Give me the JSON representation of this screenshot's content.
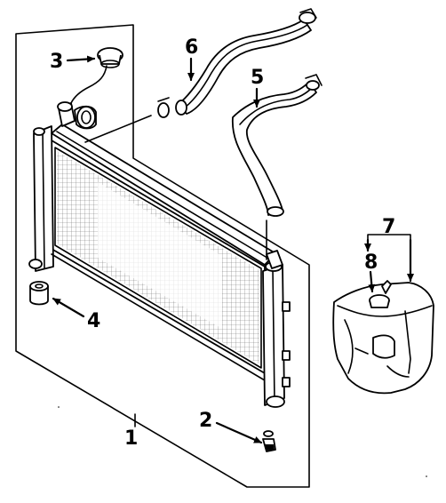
{
  "callouts": {
    "c1": "1",
    "c2": "2",
    "c3": "3",
    "c4": "4",
    "c5": "5",
    "c6": "6",
    "c7": "7",
    "c8": "8"
  },
  "parts": {
    "radiator": "radiator",
    "drain_plug": "drain-plug",
    "radiator_cap": "radiator-cap",
    "mount_insulator": "mount-insulator",
    "lower_hose": "lower-hose",
    "upper_hose": "upper-hose",
    "reservoir": "coolant-reservoir",
    "reservoir_cap": "reservoir-cap"
  }
}
